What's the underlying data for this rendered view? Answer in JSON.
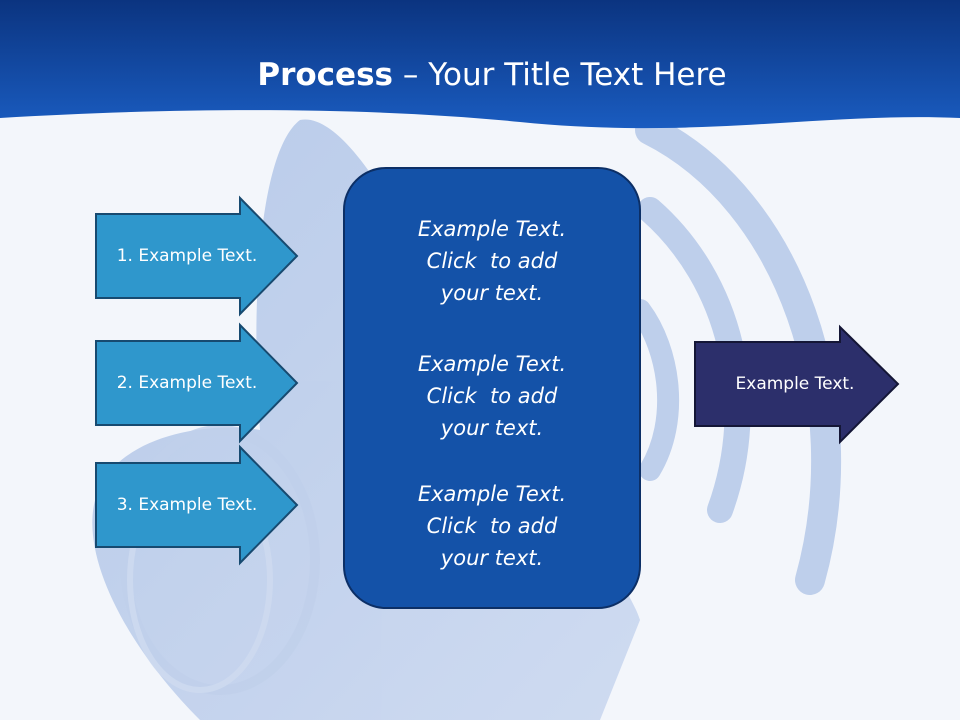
{
  "title": {
    "bold": "Process",
    "separator": " – ",
    "rest": "Your Title Text Here"
  },
  "left_arrows": [
    {
      "label": "1. Example Text."
    },
    {
      "label": "2. Example Text."
    },
    {
      "label": "3. Example Text."
    }
  ],
  "center_box": {
    "items": [
      {
        "line1": "Example Text.",
        "line2": "Click  to add",
        "line3": "your text."
      },
      {
        "line1": "Example Text.",
        "line2": "Click  to add",
        "line3": "your text."
      },
      {
        "line1": "Example Text.",
        "line2": "Click  to add",
        "line3": "your text."
      }
    ]
  },
  "right_arrow": {
    "label": "Example Text."
  },
  "colors": {
    "header_blue": "#0f4aa6",
    "left_arrow_fill": "#2f97cc",
    "center_box_fill": "#1452a8",
    "right_arrow_fill": "#2c2f6b"
  }
}
